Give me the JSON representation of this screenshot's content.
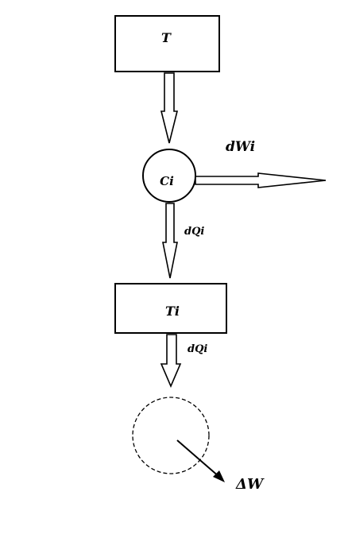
{
  "diagram": {
    "box_top": {
      "label": "T"
    },
    "node_center": {
      "label": "Ci"
    },
    "box_bottom": {
      "label": "Ti"
    },
    "flow_work": {
      "label": "dWi"
    },
    "flow_heat_1": {
      "label": "dQi"
    },
    "flow_heat_2": {
      "label": "dQi"
    },
    "output_work": {
      "label": "ΔW"
    }
  }
}
